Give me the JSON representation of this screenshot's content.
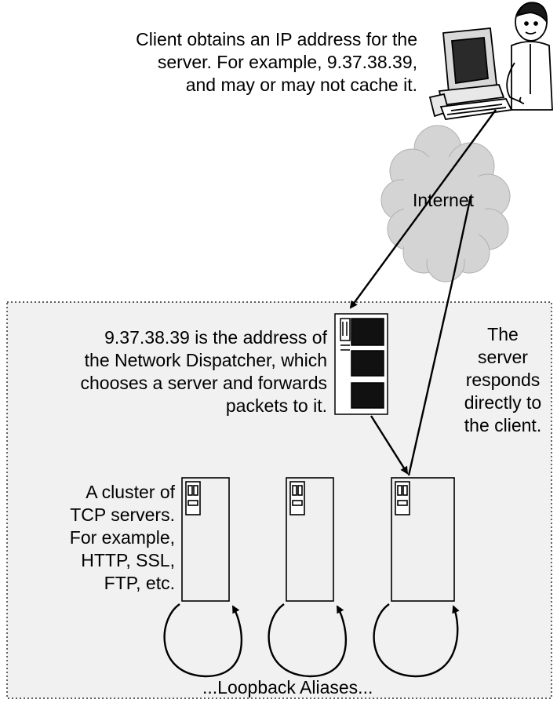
{
  "client_note": {
    "lines": [
      "Client obtains an IP address for the",
      "server.  For example, 9.37.38.39,",
      "and may or may not cache it."
    ]
  },
  "cloud_label": "Internet",
  "dispatcher_note": {
    "lines": [
      "9.37.38.39 is the address of",
      "the Network Dispatcher, which",
      "chooses a server and forwards",
      "packets to it."
    ]
  },
  "response_note": {
    "lines": [
      "The",
      "server",
      "responds",
      "directly to",
      "the client."
    ]
  },
  "cluster_note": {
    "lines": [
      "A cluster of",
      "TCP servers.",
      "For example,",
      "HTTP, SSL,",
      "FTP, etc."
    ]
  },
  "loopback_label": "...Loopback Aliases...",
  "colors": {
    "cluster_background": "#f1f1f1",
    "cloud_fill": "#d4d4d4",
    "server_fill": "#f0f0f0",
    "ink": "#000000"
  },
  "icons": {
    "client": "person-at-computer-icon",
    "dispatcher": "rack-server-icon",
    "servers": "tower-server-icon"
  }
}
